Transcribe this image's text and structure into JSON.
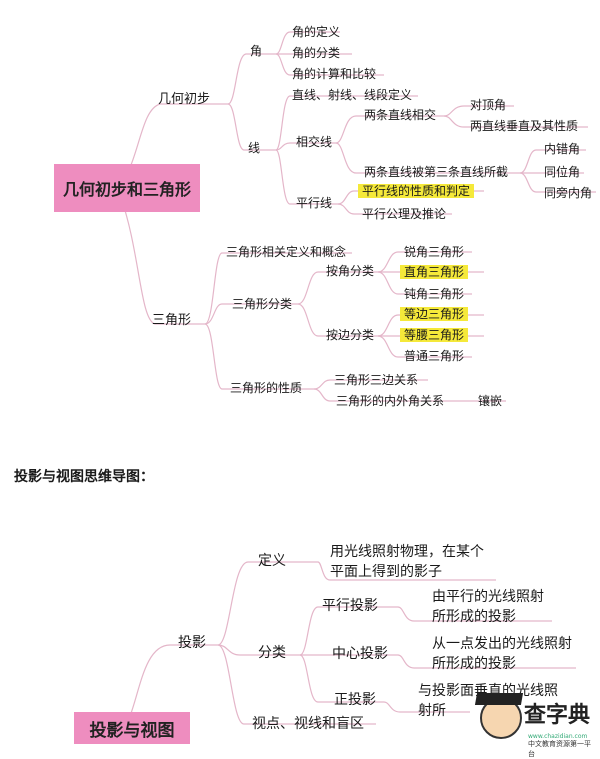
{
  "map1": {
    "root": "几何初步和三角形",
    "geo": "几何初步",
    "angle": "角",
    "angle_items": [
      "角的定义",
      "角的分类",
      "角的计算和比较"
    ],
    "line": "线",
    "line_def": "直线、射线、线段定义",
    "intersect": "相交线",
    "two_lines": "两条直线相交",
    "vertical_angle": "对顶角",
    "perpendicular": "两直线垂直及其性质",
    "third_line": "两条直线被第三条直线所截",
    "third_items": [
      "内错角",
      "同位角",
      "同旁内角"
    ],
    "parallel": "平行线",
    "parallel_props": "平行线的性质和判定",
    "parallel_axiom": "平行公理及推论",
    "triangle": "三角形",
    "tri_def": "三角形相关定义和概念",
    "tri_class": "三角形分类",
    "by_angle": "按角分类",
    "by_angle_items": [
      "锐角三角形",
      "直角三角形",
      "钝角三角形"
    ],
    "by_side": "按边分类",
    "by_side_items": [
      "等边三角形",
      "等腰三角形",
      "普通三角形"
    ],
    "tri_props": "三角形的性质",
    "side_relation": "三角形三边关系",
    "angle_relation": "三角形的内外角关系",
    "tessellation": "镶嵌"
  },
  "heading": "投影与视图思维导图：",
  "map2": {
    "projection": "投影",
    "definition": "定义",
    "definition_text": "用光线照射物理，在某个平面上得到的影子",
    "classification": "分类",
    "parallel_proj": "平行投影",
    "parallel_text": "由平行的光线照射所形成的投影",
    "center_proj": "中心投影",
    "center_text": "从一点发出的光线照射所形成的投影",
    "ortho_proj": "正投影",
    "ortho_text": "与投影面垂直的光线照射所",
    "viewpoint": "视点、视线和盲区",
    "root": "投影与视图"
  },
  "watermark": {
    "brand": "查字典",
    "url": "www.chazidian.com",
    "slogan": "中文教育资源第一平台"
  }
}
